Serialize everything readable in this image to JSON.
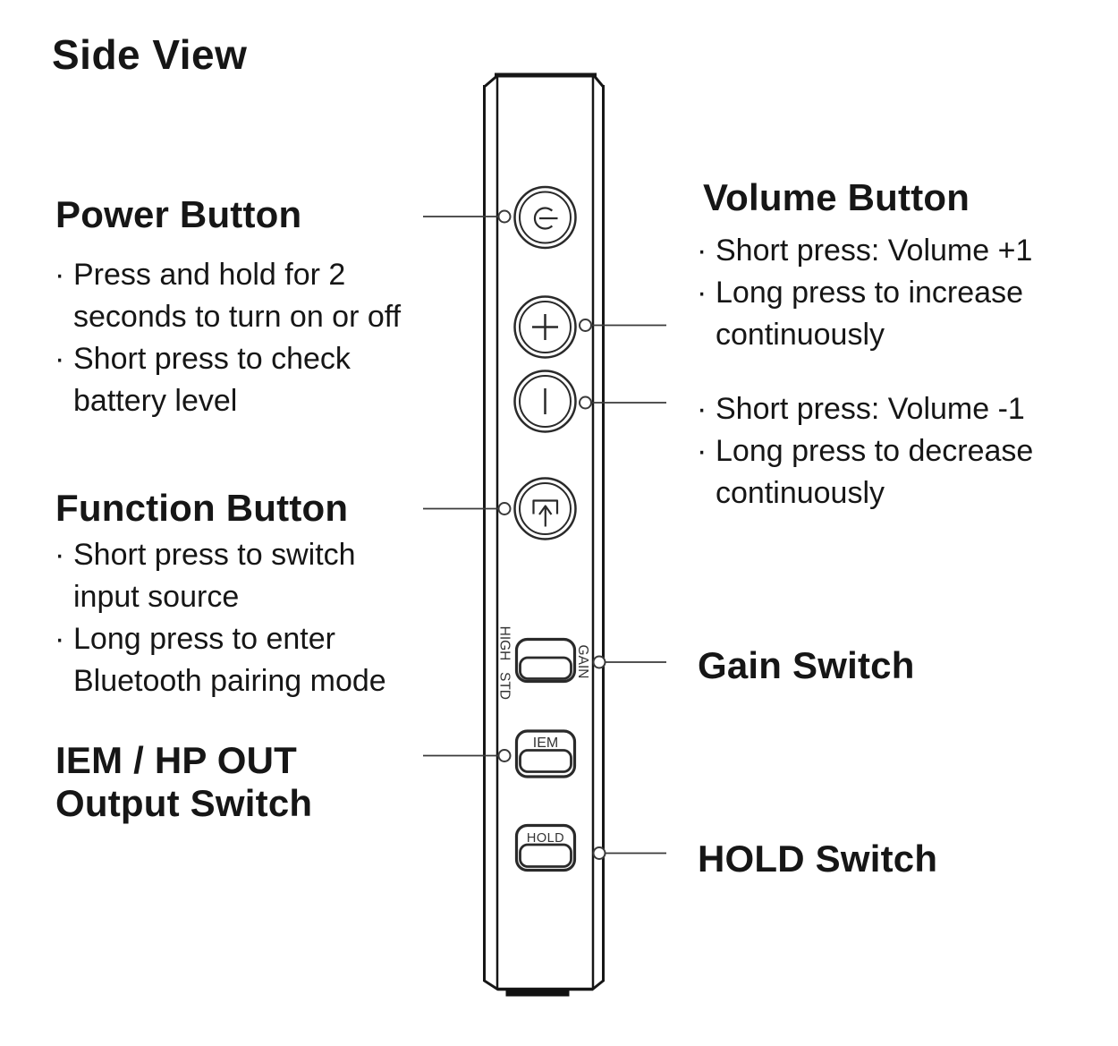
{
  "title": "Side View",
  "bullet_char": "·",
  "left": {
    "power": {
      "heading": "Power Button",
      "bullets": [
        [
          "Press and hold for 2",
          "seconds to turn on or off"
        ],
        [
          "Short press to check",
          "battery level"
        ]
      ]
    },
    "function": {
      "heading": "Function Button",
      "bullets": [
        [
          "Short press to switch",
          "input source"
        ],
        [
          "Long press to enter",
          "Bluetooth pairing mode"
        ]
      ]
    },
    "output": {
      "heading_line1": "IEM / HP OUT",
      "heading_line2": "Output Switch"
    }
  },
  "right": {
    "volume": {
      "heading": "Volume Button",
      "up_bullets": [
        [
          "Short press: Volume +1"
        ],
        [
          "Long press to increase",
          "continuously"
        ]
      ],
      "down_bullets": [
        [
          "Short press: Volume -1"
        ],
        [
          "Long press to decrease",
          "continuously"
        ]
      ]
    },
    "gain_heading": "Gain Switch",
    "hold_heading": "HOLD Switch"
  },
  "device": {
    "gain_switch": {
      "pos_top": "HIGH",
      "pos_bottom": "STD",
      "label": "GAIN"
    },
    "output_switch": {
      "label": "IEM"
    },
    "hold_switch": {
      "label": "HOLD"
    },
    "colors": {
      "outline": "#161616",
      "control": "#2a2a2a",
      "leader": "#3a3a3a",
      "engraving": "#333333"
    }
  }
}
